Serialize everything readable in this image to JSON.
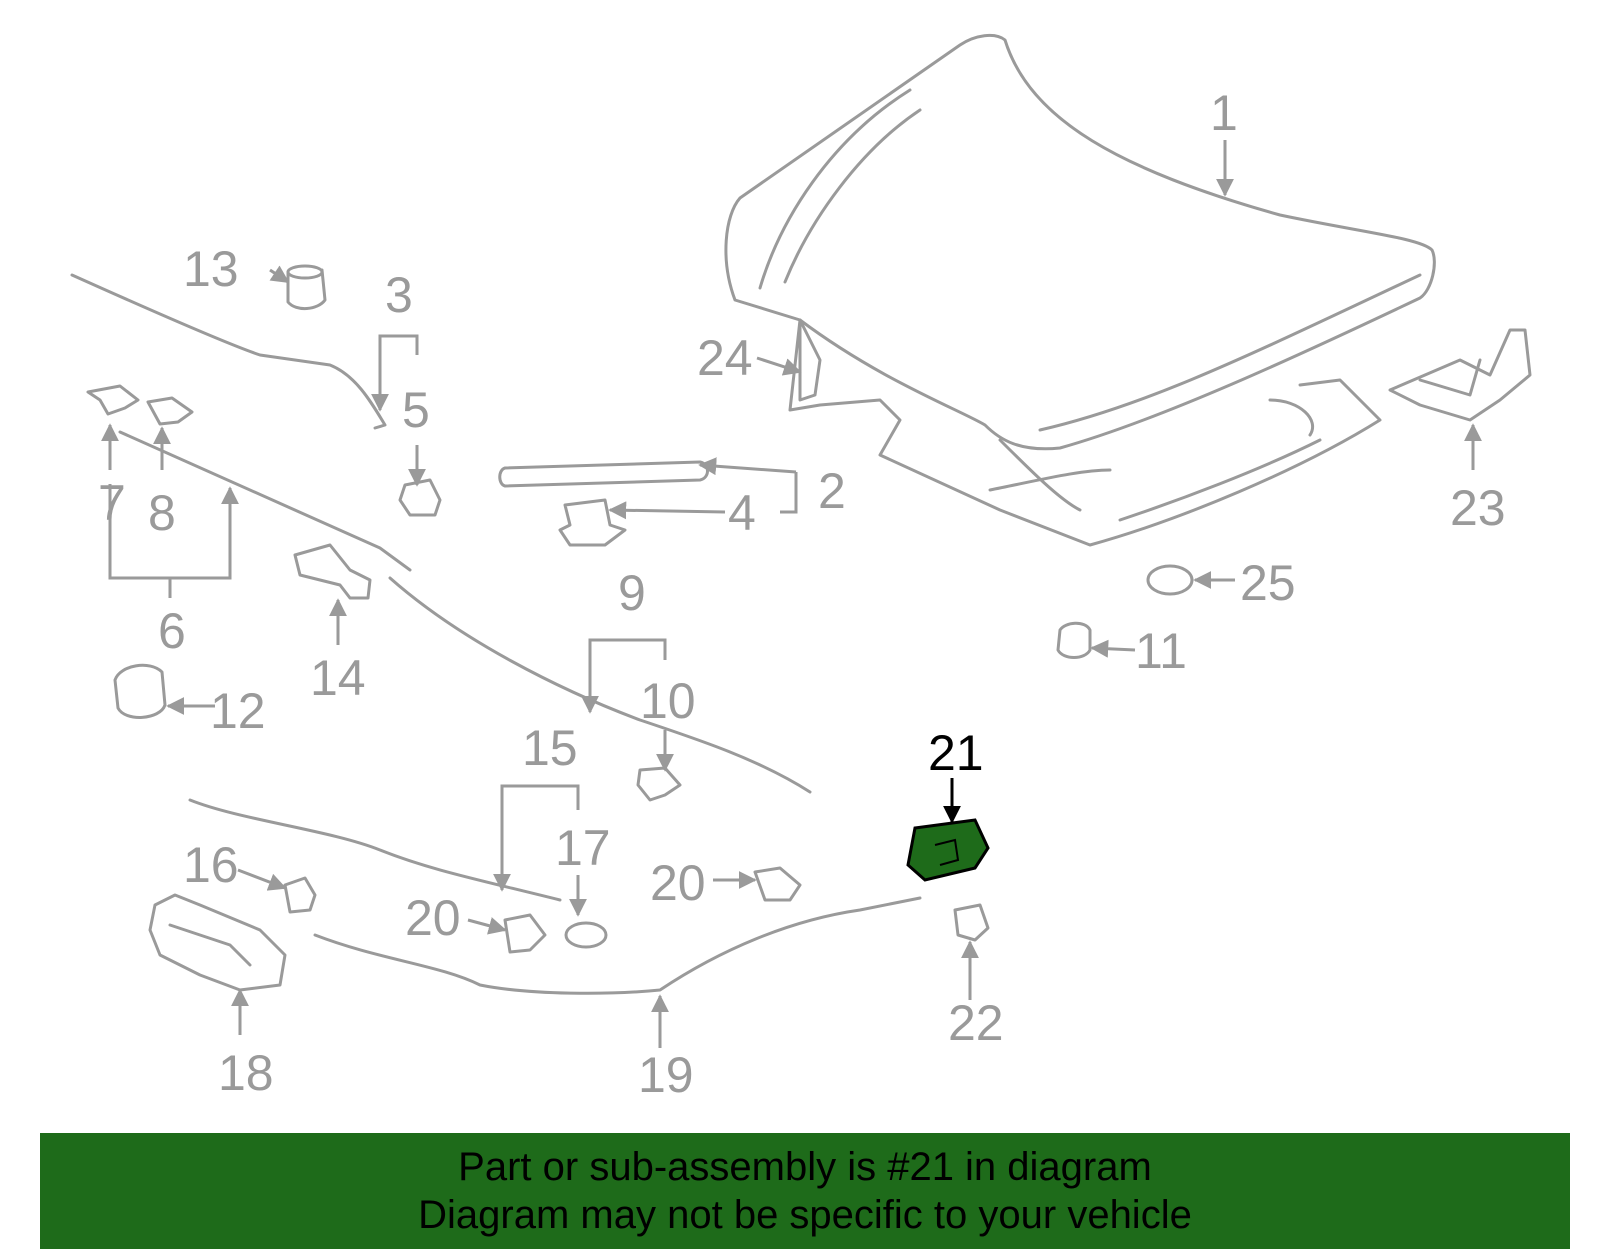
{
  "colors": {
    "part_line": "#9a9a9a",
    "highlight_fill": "#1e6b1a",
    "highlight_text": "#000000",
    "banner_bg": "#1e6b1a",
    "banner_text": "#000000"
  },
  "highlighted_part": "21",
  "callouts": {
    "c1": "1",
    "c2": "2",
    "c3": "3",
    "c4": "4",
    "c5": "5",
    "c6": "6",
    "c7": "7",
    "c8": "8",
    "c9": "9",
    "c10": "10",
    "c11": "11",
    "c12": "12",
    "c13": "13",
    "c14": "14",
    "c15": "15",
    "c16": "16",
    "c17": "17",
    "c18": "18",
    "c19": "19",
    "c20a": "20",
    "c20b": "20",
    "c21": "21",
    "c22": "22",
    "c23": "23",
    "c24": "24",
    "c25": "25"
  },
  "banner": {
    "line1": "Part or sub-assembly is #21 in diagram",
    "line2": "Diagram may not be specific to your vehicle"
  }
}
